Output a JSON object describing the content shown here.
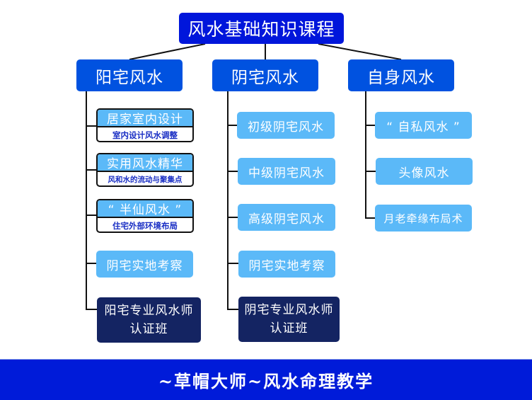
{
  "title": "风水基础知识课程",
  "colors": {
    "root": "#0016DB",
    "category": "#0052E0",
    "leaf": "#5BB9F8",
    "certification": "#142462",
    "banner": "#001BD9",
    "subtitle_text": "#1a2fc4"
  },
  "branches": [
    {
      "label": "阳宅风水",
      "items": [
        {
          "label": "居家室内设计",
          "sub": "室内设计风水调整"
        },
        {
          "label": "实用风水精华",
          "sub": "风和水的流动与聚集点"
        },
        {
          "label": "“ 半仙风水 ”",
          "sub": "住宅外部环境布局"
        },
        {
          "label": "阴宅实地考察"
        },
        {
          "label": "阳宅专业风水师",
          "label2": "认证班"
        }
      ]
    },
    {
      "label": "阴宅风水",
      "items": [
        {
          "label": "初级阴宅风水"
        },
        {
          "label": "中级阴宅风水"
        },
        {
          "label": "高级阴宅风水"
        },
        {
          "label": "阴宅实地考察"
        },
        {
          "label": "阴宅专业风水师",
          "label2": "认证班"
        }
      ]
    },
    {
      "label": "自身风水",
      "items": [
        {
          "label": "“ 自私风水 ”"
        },
        {
          "label": "头像风水"
        },
        {
          "label": "月老牵缘布局术"
        }
      ]
    }
  ],
  "footer": "~草帽大师~风水命理教学"
}
